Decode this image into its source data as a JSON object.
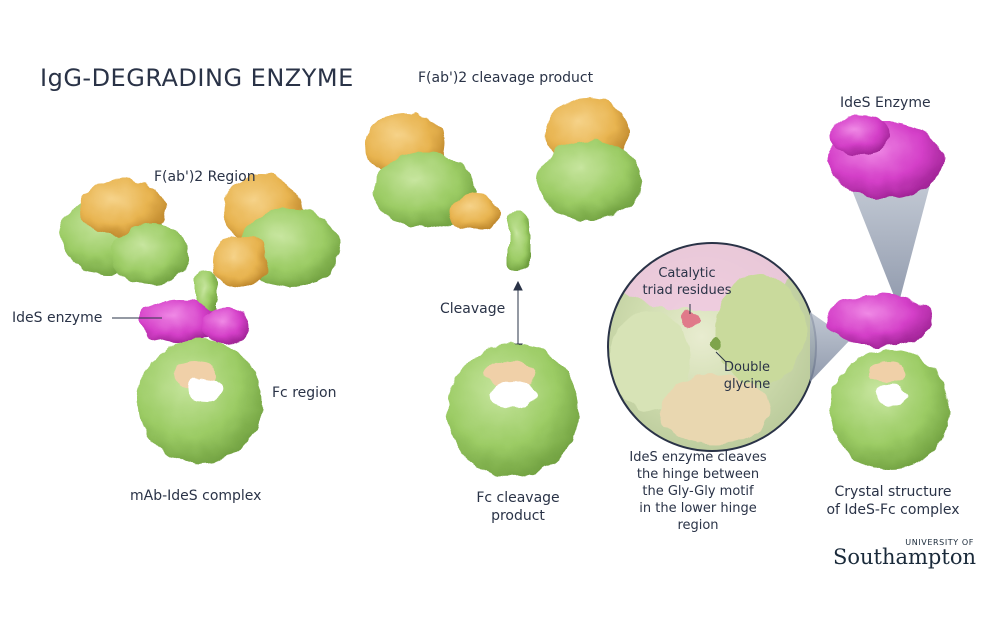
{
  "title": "IgG-DEGRADING ENZYME",
  "labels": {
    "fab2_region": "F(ab')2 Region",
    "ides_enzyme_left": "IdeS enzyme",
    "fc_region": "Fc region",
    "mab_ides_complex": "mAb-IdeS complex",
    "fab2_cleavage_product": "F(ab')2 cleavage product",
    "cleavage": "Cleavage",
    "fc_cleavage_product": [
      "Fc cleavage",
      "product"
    ],
    "catalytic_triad": [
      "Catalytic",
      "triad residues"
    ],
    "double_glycine": [
      "Double",
      "glycine"
    ],
    "ides_cleaves_caption": [
      "IdeS enzyme cleaves",
      "the hinge between",
      "the Gly-Gly motif",
      "in the lower hinge",
      "region"
    ],
    "ides_enzyme_right": "IdeS Enzyme",
    "crystal_structure": [
      "Crystal structure",
      "of IdeS-Fc complex"
    ]
  },
  "logo": {
    "university_of": "UNIVERSITY OF",
    "name": "Southampton"
  },
  "colors": {
    "heavy_chain_green": "#9ccc65",
    "light_chain_orange": "#e8b450",
    "ides_magenta": "#d43fc8",
    "hinge_peach": "#f0d0a8",
    "text": "#2a3347",
    "cone_gray": "#8f9ab0"
  }
}
